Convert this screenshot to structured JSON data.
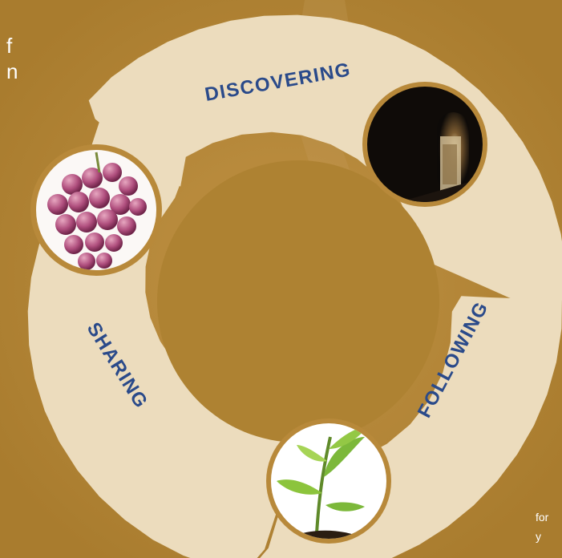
{
  "diagram": {
    "stages": [
      {
        "label": "DISCOVERING",
        "image": "doorway-photo"
      },
      {
        "label": "FOLLOWING",
        "image": "seedling-photo"
      },
      {
        "label": "SHARING",
        "image": "grapes-photo"
      }
    ]
  },
  "side_text": {
    "heading_line_1": "f",
    "heading_line_2": "n",
    "body_line_1": "for",
    "body_line_2": "y"
  },
  "colors": {
    "background": "#b8893a",
    "ring": "#ecdcbd",
    "hub": "#ae8232",
    "label": "#2a4a8a",
    "photo_frame": "#b8893a"
  }
}
